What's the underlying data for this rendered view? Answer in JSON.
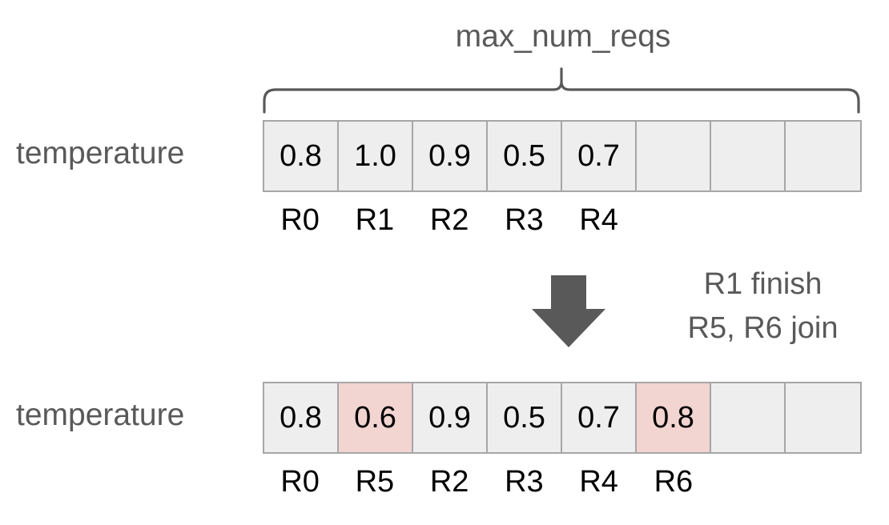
{
  "diagram": {
    "brace_label": "max_num_reqs",
    "transition": {
      "arrow_icon": "down-arrow-icon",
      "lines": [
        "R1 finish",
        "R5, R6 join"
      ]
    },
    "colors": {
      "cell_fill": "#eeeeee",
      "cell_highlight": "#f2d4d0",
      "cell_border": "#a6a6a6",
      "text_gray": "#595959",
      "text_black": "#000000",
      "arrow": "#595959",
      "background": "#ffffff"
    },
    "rows": [
      {
        "label": "temperature",
        "slot_count": 8,
        "cells": [
          {
            "value": "0.8",
            "tag": "R0",
            "highlighted": false,
            "empty": false
          },
          {
            "value": "1.0",
            "tag": "R1",
            "highlighted": false,
            "empty": false
          },
          {
            "value": "0.9",
            "tag": "R2",
            "highlighted": false,
            "empty": false
          },
          {
            "value": "0.5",
            "tag": "R3",
            "highlighted": false,
            "empty": false
          },
          {
            "value": "0.7",
            "tag": "R4",
            "highlighted": false,
            "empty": false
          },
          {
            "value": "",
            "tag": "",
            "highlighted": false,
            "empty": true
          },
          {
            "value": "",
            "tag": "",
            "highlighted": false,
            "empty": true
          },
          {
            "value": "",
            "tag": "",
            "highlighted": false,
            "empty": true
          }
        ]
      },
      {
        "label": "temperature",
        "slot_count": 8,
        "cells": [
          {
            "value": "0.8",
            "tag": "R0",
            "highlighted": false,
            "empty": false
          },
          {
            "value": "0.6",
            "tag": "R5",
            "highlighted": true,
            "empty": false
          },
          {
            "value": "0.9",
            "tag": "R2",
            "highlighted": false,
            "empty": false
          },
          {
            "value": "0.5",
            "tag": "R3",
            "highlighted": false,
            "empty": false
          },
          {
            "value": "0.7",
            "tag": "R4",
            "highlighted": false,
            "empty": false
          },
          {
            "value": "0.8",
            "tag": "R6",
            "highlighted": true,
            "empty": false
          },
          {
            "value": "",
            "tag": "",
            "highlighted": false,
            "empty": true
          },
          {
            "value": "",
            "tag": "",
            "highlighted": false,
            "empty": true
          }
        ]
      }
    ]
  }
}
